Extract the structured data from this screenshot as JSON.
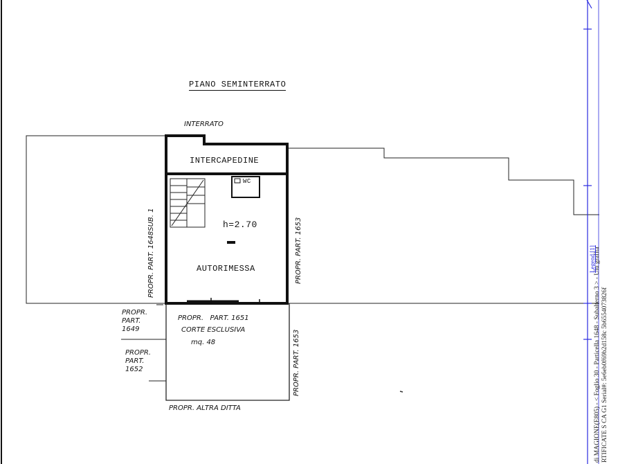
{
  "title": "PIANO SEMINTERRATO",
  "labels": {
    "interrato": "INTERRATO",
    "intercapedine": "INTERCAPEDINE",
    "wc": "WC",
    "height": "h=2.70",
    "autorimessa": "AUTORIMESSA",
    "prop_left_vertical": "PROPR. PART. 1648SUB. 1",
    "prop_right_vertical": "PROPR. PART. 1653",
    "prop_1649": [
      "PROPR.",
      "PART.",
      "1649"
    ],
    "prop_1652": [
      "PROPR.",
      "PART.",
      "1652"
    ],
    "prop_1651": "PROPR.   PART. 1651",
    "corte_esclusiva": "CORTE ESCLUSIVA",
    "mq": "mq. 48",
    "prop_1653_lower": "PROPR. PART. 1653",
    "prop_altra_ditta": "PROPR. ALTRA DITTA"
  },
  "margin": {
    "line1": "di MAGIONE(E805) - < Foglio 30 - Particella 1648 - Subalterno 3 > - Uiu grafita",
    "line2": "RTIFICATE S CA G1 Serial#: 5e6eb0f69b2d158c 5b6554073826f",
    "link": "Legend [1]"
  },
  "colors": {
    "ink": "#111111",
    "margin_line": "#2a2ae0"
  }
}
